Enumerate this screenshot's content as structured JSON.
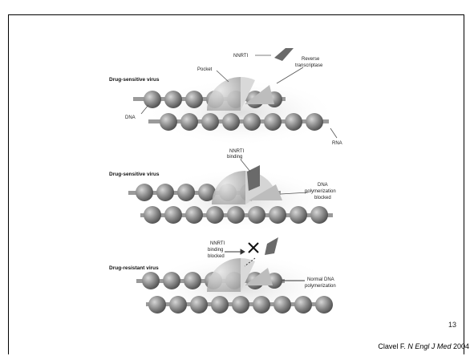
{
  "slide": {
    "page_number": "13",
    "citation": {
      "author": "Clavel F.",
      "journal": "N Engl J Med",
      "year": "2004"
    }
  },
  "panels": [
    {
      "title": "Drug-sensitive virus",
      "labels": {
        "nnrti": "NNRTI",
        "pocket": "Pocket",
        "rt_line1": "Reverse",
        "rt_line2": "transcriptase",
        "dna": "DNA",
        "rna": "RNA"
      }
    },
    {
      "title": "Drug-sensitive virus",
      "labels": {
        "binding_line1": "NNRTI",
        "binding_line2": "binding",
        "blocked_line1": "DNA",
        "blocked_line2": "polymerization",
        "blocked_line3": "blocked"
      }
    },
    {
      "title": "Drug-resistant virus",
      "labels": {
        "bb_line1": "NNRTI",
        "bb_line2": "binding",
        "bb_line3": "blocked",
        "normal_line1": "Normal DNA",
        "normal_line2": "polymerization"
      }
    }
  ],
  "colors": {
    "bead": "#7d7d7d",
    "bead_light": "#b9b9b9",
    "enzyme": "#c8c8c8",
    "drug": "#6a6a6a"
  }
}
